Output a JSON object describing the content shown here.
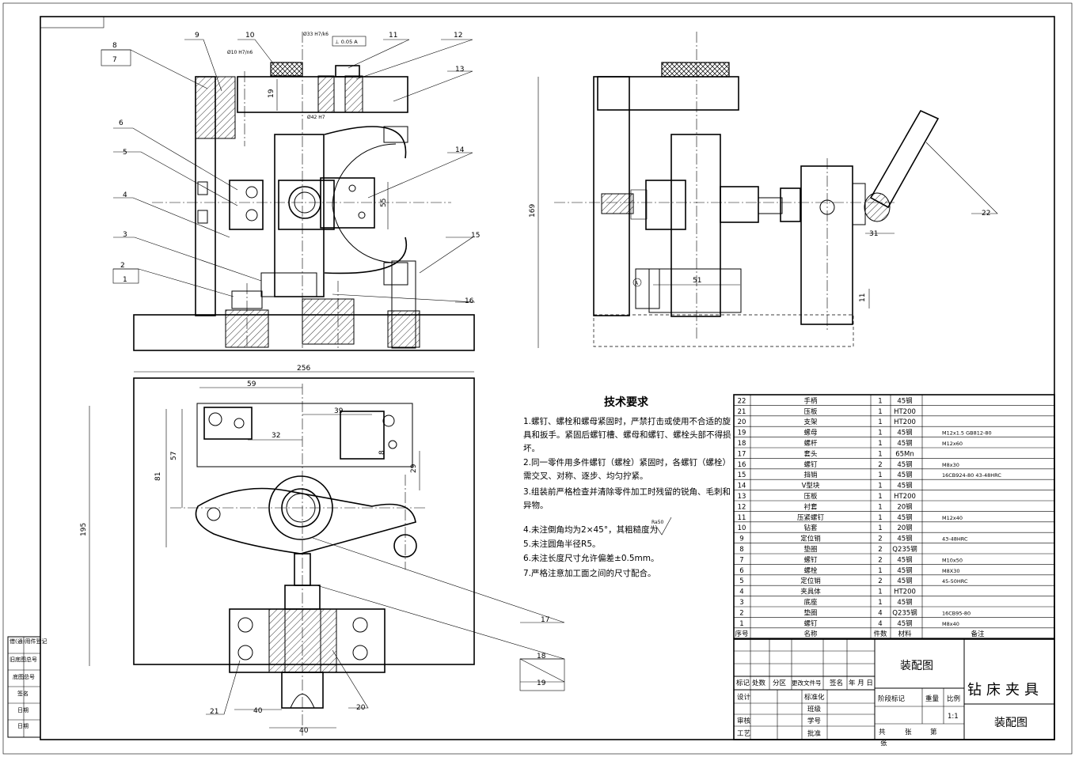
{
  "callouts": {
    "p1": "1",
    "p2": "2",
    "p3": "3",
    "p4": "4",
    "p5": "5",
    "p6": "6",
    "p7": "7",
    "p8": "8",
    "p9": "9",
    "p10": "10",
    "p11": "11",
    "p12": "12",
    "p13": "13",
    "p14": "14",
    "p15": "15",
    "p16": "16",
    "p17": "17",
    "p18": "18",
    "p19": "19",
    "p20": "20",
    "p21": "21",
    "p22": "22"
  },
  "dims": {
    "d19": "19",
    "d55": "55",
    "d169": "169",
    "d31": "31",
    "d51": "51",
    "d11": "11",
    "d256": "256",
    "d59": "59",
    "d39": "39",
    "d32": "32",
    "d57": "57",
    "d81": "81",
    "d195": "195",
    "d8": "8",
    "d29": "29",
    "d40a": "40",
    "d40b": "40",
    "phi33": "Ø33 H7/k6",
    "phi42": "Ø42 H7",
    "tol": "⊥ 0.05 A",
    "phi10": "Ø10 H7/n6",
    "datumA": "A"
  },
  "tech": {
    "title": "技术要求",
    "r1a": "1.螺钉、螺栓和螺母紧固时，严禁打击或使用不合适的旋",
    "r1b": "具和扳手。紧固后螺钉槽、螺母和螺钉、螺栓头部不得损",
    "r1c": "坏。",
    "r2a": "2.同一零件用多件螺钉（螺栓）紧固时，各螺钉（螺栓）",
    "r2b": "需交叉、对称、逐步、均匀拧紧。",
    "r3a": "3.组装前严格检查并清除零件加工时残留的锐角、毛刺和",
    "r3b": "异物。",
    "r4": "4.未注倒角均为2×45°，其粗糙度为",
    "ra": "Ra50",
    "r5": "5.未注圆角半径R5。",
    "r6": "6.未注长度尺寸允许偏差±0.5mm。",
    "r7": "7.严格注意加工面之间的尺寸配合。"
  },
  "bom": {
    "rows": [
      {
        "no": "22",
        "name": "手柄",
        "qty": "1",
        "mat": "45钢",
        "note": ""
      },
      {
        "no": "21",
        "name": "压板",
        "qty": "1",
        "mat": "HT200",
        "note": ""
      },
      {
        "no": "20",
        "name": "支架",
        "qty": "1",
        "mat": "HT200",
        "note": ""
      },
      {
        "no": "19",
        "name": "螺母",
        "qty": "1",
        "mat": "45钢",
        "note": "M12x1.5 GB812-80"
      },
      {
        "no": "18",
        "name": "螺杆",
        "qty": "1",
        "mat": "45钢",
        "note": "M12x60"
      },
      {
        "no": "17",
        "name": "套头",
        "qty": "1",
        "mat": "65Mn",
        "note": ""
      },
      {
        "no": "16",
        "name": "螺钉",
        "qty": "2",
        "mat": "45钢",
        "note": "M8x30"
      },
      {
        "no": "15",
        "name": "挡销",
        "qty": "1",
        "mat": "45钢",
        "note": "16CB924-80 43-48HRC"
      },
      {
        "no": "14",
        "name": "V型块",
        "qty": "1",
        "mat": "45钢",
        "note": ""
      },
      {
        "no": "13",
        "name": "压板",
        "qty": "1",
        "mat": "HT200",
        "note": ""
      },
      {
        "no": "12",
        "name": "衬套",
        "qty": "1",
        "mat": "20钢",
        "note": ""
      },
      {
        "no": "11",
        "name": "压紧螺钉",
        "qty": "1",
        "mat": "45钢",
        "note": "M12x40"
      },
      {
        "no": "10",
        "name": "钻套",
        "qty": "1",
        "mat": "20钢",
        "note": ""
      },
      {
        "no": "9",
        "name": "定位销",
        "qty": "2",
        "mat": "45钢",
        "note": "43-48HRC"
      },
      {
        "no": "8",
        "name": "垫圈",
        "qty": "2",
        "mat": "Q235钢",
        "note": ""
      },
      {
        "no": "7",
        "name": "螺钉",
        "qty": "2",
        "mat": "45钢",
        "note": "M10x50"
      },
      {
        "no": "6",
        "name": "螺栓",
        "qty": "1",
        "mat": "45钢",
        "note": "M8X30"
      },
      {
        "no": "5",
        "name": "定位销",
        "qty": "2",
        "mat": "45钢",
        "note": "45-50HRC"
      },
      {
        "no": "4",
        "name": "夹具体",
        "qty": "1",
        "mat": "HT200",
        "note": ""
      },
      {
        "no": "3",
        "name": "底座",
        "qty": "1",
        "mat": "45钢",
        "note": ""
      },
      {
        "no": "2",
        "name": "垫圈",
        "qty": "4",
        "mat": "Q235钢",
        "note": "16CB95-80"
      },
      {
        "no": "1",
        "name": "螺钉",
        "qty": "4",
        "mat": "45钢",
        "note": "M8x40"
      }
    ],
    "h_no": "序号",
    "h_name": "名称",
    "h_qty": "件数",
    "h_mat": "材料",
    "h_note": "备注"
  },
  "titleblock": {
    "drawing_type": "装配图",
    "title": "钻床夹具",
    "subtitle": "装配图",
    "biaoji": "标记",
    "chushu": "处数",
    "fenqu": "分区",
    "gengai": "更改文件号",
    "qianming": "签名",
    "nianyueri": "年 月 日",
    "sheji": "设计",
    "biaozhunhua": "标准化",
    "banji": "班级",
    "shenhe": "审核",
    "xuehao": "学号",
    "gongyi": "工艺",
    "pizhun": "批准",
    "jieduan": "阶段标记",
    "zhongliang": "重量",
    "bili": "比例",
    "scale": "1:1",
    "gong": "共",
    "zhang": "张",
    "di": "第",
    "zhang2": "张"
  },
  "sidebar": {
    "s1": "借(通)用件登记",
    "s2": "旧底图总号",
    "s3": "底图总号",
    "s4": "签名",
    "s5": "日期",
    "s6": "日期"
  }
}
